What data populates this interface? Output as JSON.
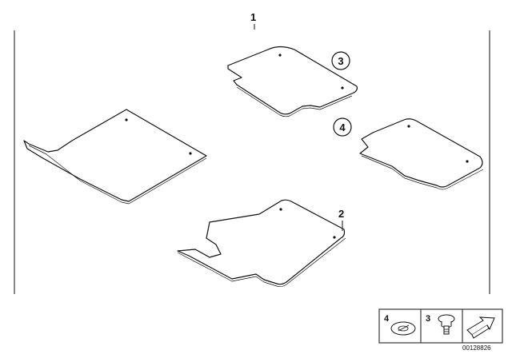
{
  "diagram": {
    "callouts": {
      "set": "1",
      "rear_left_mat": "2",
      "front_right_mat": "3",
      "rear_right_mat": "4"
    },
    "legend": {
      "item_a_number": "4",
      "item_b_number": "3",
      "item_a_icon": "flat-grommet-icon",
      "item_b_icon": "clip-fastener-icon",
      "direction_icon": "direction-arrow-icon"
    },
    "document_id": "00128826"
  }
}
